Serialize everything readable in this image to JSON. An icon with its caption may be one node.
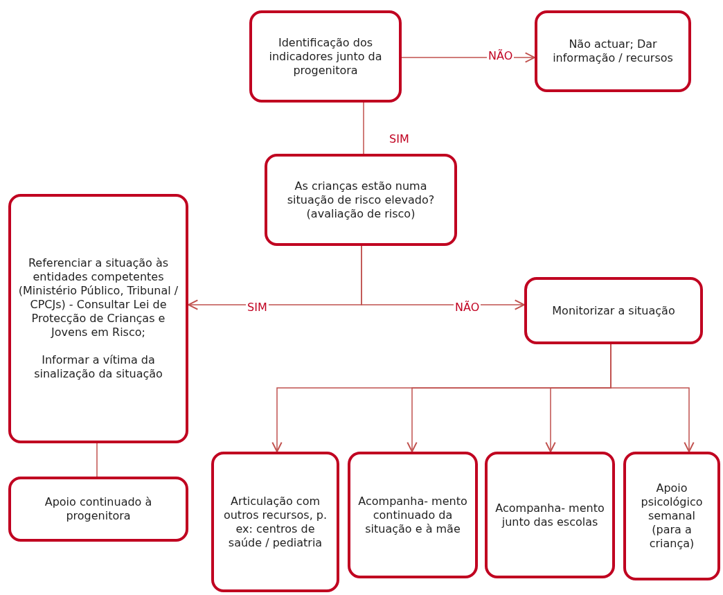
{
  "diagram": {
    "nodes": [
      {
        "text": [
          "Identificação dos indicadores junto da progenitora"
        ]
      },
      {
        "text": [
          "Não actuar; Dar informação / recursos"
        ]
      },
      {
        "text": [
          "As crianças estão numa situação de risco elevado? (avaliação de risco)"
        ]
      },
      {
        "text": [
          "Referenciar a situação às entidades competentes (Ministério Público, Tribunal / CPCJs) - Consultar Lei de Protecção de Crianças e Jovens em Risco;",
          "Informar a vítima da sinalização da situação"
        ]
      },
      {
        "text": [
          "Monitorizar a situação"
        ]
      },
      {
        "text": [
          "Apoio continuado à progenitora"
        ]
      },
      {
        "text": [
          "Articulação com outros recursos, p. ex: centros de saúde / pediatria"
        ]
      },
      {
        "text": [
          "Acompanha- mento continuado da situação e à mãe"
        ]
      },
      {
        "text": [
          "Acompanha- mento junto das escolas"
        ]
      },
      {
        "text": [
          "Apoio psicológico semanal (para a criança)"
        ]
      }
    ],
    "edges": [
      {
        "from": 0,
        "to": 1,
        "arrow": "to",
        "label": "NÃO"
      },
      {
        "from": 0,
        "to": 2,
        "arrow": "none",
        "label": "SIM"
      },
      {
        "from": 2,
        "to": 3,
        "arrow": "to",
        "label": "SIM"
      },
      {
        "from": 2,
        "to": 4,
        "arrow": "to",
        "label": "NÃO"
      },
      {
        "from": 3,
        "to": 5,
        "arrow": "none"
      },
      {
        "from": 4,
        "to": 6,
        "arrow": "to"
      },
      {
        "from": 4,
        "to": 7,
        "arrow": "to"
      },
      {
        "from": 4,
        "to": 8,
        "arrow": "to"
      },
      {
        "from": 4,
        "to": 9,
        "arrow": "to"
      }
    ]
  }
}
